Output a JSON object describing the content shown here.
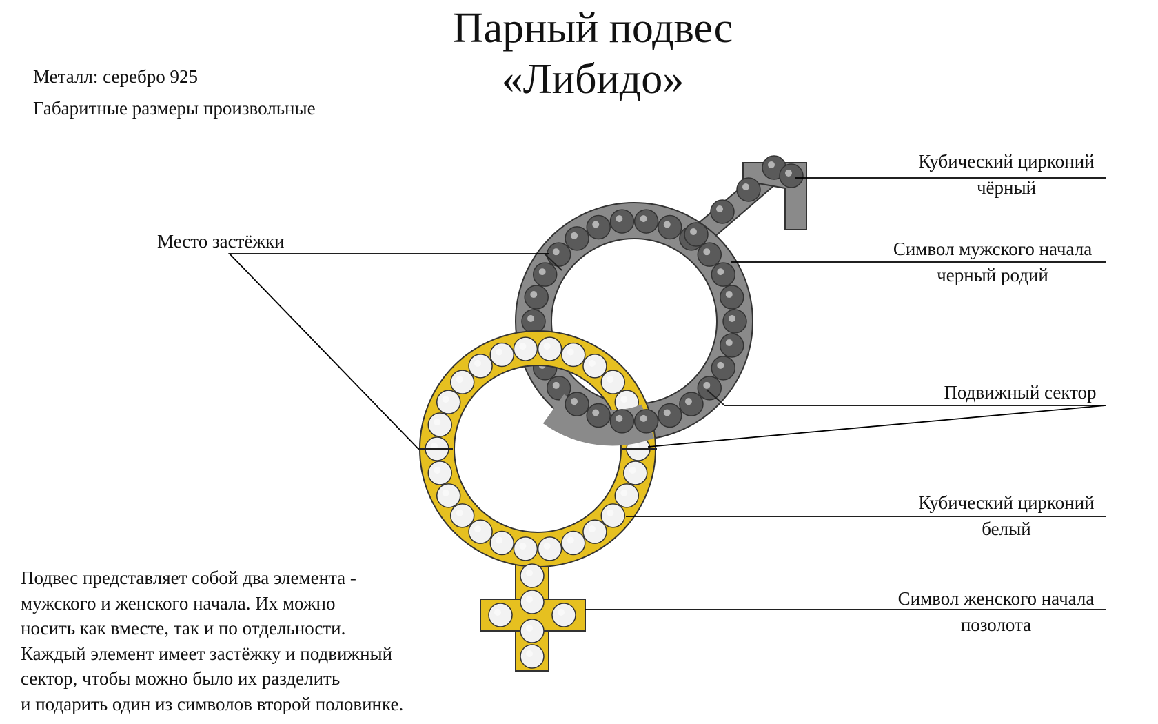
{
  "title": {
    "line1": "Парный подвес",
    "line2": "«Либидо»"
  },
  "specs": {
    "metal": "Металл: серебро 925",
    "size": "Габаритные размеры произвольные"
  },
  "labels": {
    "clasp": "Место застёжки",
    "black_zirconia": {
      "line1": "Кубический цирконий",
      "line2": "чёрный"
    },
    "male_symbol": {
      "line1": "Символ мужского начала",
      "line2": "черный родий"
    },
    "movable_sector": "Подвижный сектор",
    "white_zirconia": {
      "line1": "Кубический цирконий",
      "line2": "белый"
    },
    "female_symbol": {
      "line1": "Символ женского начала",
      "line2": "позолота"
    }
  },
  "description": [
    "Подвес представляет собой два элемента -",
    "мужского и женского начала. Их можно",
    "носить как вместе, так и по отдельности.",
    "Каждый элемент имеет застёжку и подвижный",
    "сектор, чтобы можно было их разделить",
    "и подарить один из символов второй половинке."
  ],
  "colors": {
    "male_metal": "#8a8a8a",
    "female_metal": "#e6c020",
    "black_stone": "#555555",
    "white_stone": "#eeeeee",
    "leader_line": "#000000"
  }
}
